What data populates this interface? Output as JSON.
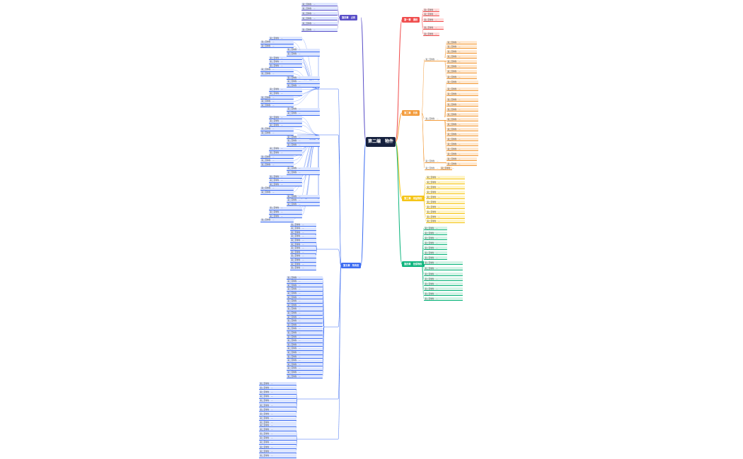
{
  "central": {
    "label": "第二编　物件"
  },
  "colors": {
    "b1": "#f04e4e",
    "b2": "#f39c3c",
    "b3": "#f5c518",
    "b4": "#0fb57e",
    "b5": "#3d6df2",
    "b6": "#5a4fc8",
    "leaf_bg_blue": "#dde6ff",
    "leaf_bg_green": "#d4f3e6",
    "leaf_bg_yellow": "#fff5c9",
    "leaf_bg_orange": "#ffe8cf",
    "leaf_bg_red": "#ffdcdc"
  },
  "branches": [
    {
      "key": "b1",
      "label": "第一章　通则",
      "side": "right"
    },
    {
      "key": "b2",
      "label": "第二章　共有",
      "side": "right"
    },
    {
      "key": "b3",
      "label": "第三章　用益物权",
      "side": "right"
    },
    {
      "key": "b4",
      "label": "第四章　担保物权",
      "side": "right"
    },
    {
      "key": "b5",
      "label": "第五章　所有权",
      "side": "left"
    },
    {
      "key": "b6",
      "label": "第四章　占有",
      "side": "left"
    }
  ],
  "leaf_text": "第二百零条　..."
}
